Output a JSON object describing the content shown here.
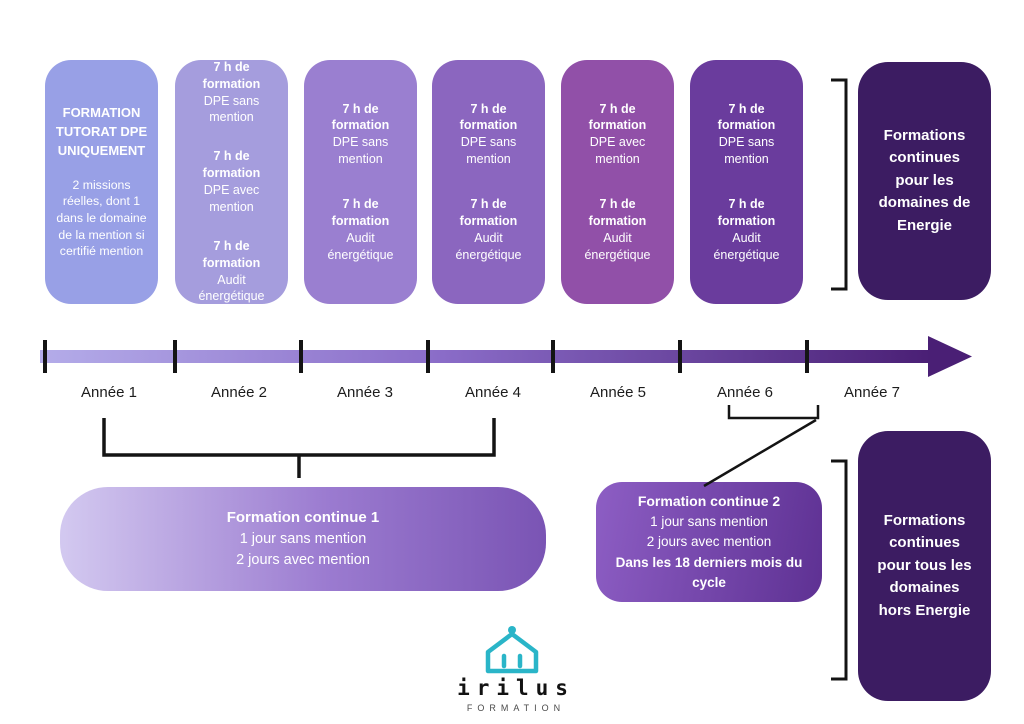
{
  "year_cards": [
    {
      "title": "FORMATION TUTORAT DPE UNIQUEMENT",
      "body": "2 missions réelles, dont 1 dans le domaine de la mention si certifié mention",
      "color": "#98a0e6"
    },
    {
      "entries": [
        {
          "hours": "7 h de formation",
          "label": "DPE sans mention"
        },
        {
          "hours": "7 h de formation",
          "label": "DPE avec mention"
        },
        {
          "hours": "7 h de formation",
          "label": "Audit énergétique"
        }
      ],
      "color": "#a59ddd"
    },
    {
      "entries": [
        {
          "hours": "7 h de formation",
          "label": "DPE sans mention"
        },
        {
          "hours": "7 h de formation",
          "label": "Audit énergétique"
        }
      ],
      "color": "#9a7fd0"
    },
    {
      "entries": [
        {
          "hours": "7 h de formation",
          "label": "DPE sans mention"
        },
        {
          "hours": "7 h de formation",
          "label": "Audit énergétique"
        }
      ],
      "color": "#8b66bf"
    },
    {
      "entries": [
        {
          "hours": "7 h de formation",
          "label": "DPE avec mention"
        },
        {
          "hours": "7 h de formation",
          "label": "Audit énergétique"
        }
      ],
      "color": "#9150a8"
    },
    {
      "entries": [
        {
          "hours": "7 h de formation",
          "label": "DPE sans mention"
        },
        {
          "hours": "7 h de formation",
          "label": "Audit énergétique"
        }
      ],
      "color": "#6a3c9d"
    }
  ],
  "side_boxes": {
    "energie": {
      "text": "Formations continues pour les domaines de Energie",
      "color": "#3c1c62"
    },
    "hors_energie": {
      "text": "Formations continues pour tous les domaines hors Energie",
      "color": "#3c1c62"
    }
  },
  "timeline": {
    "years": [
      "Année 1",
      "Année 2",
      "Année 3",
      "Année 4",
      "Année 5",
      "Année 6",
      "Année 7"
    ],
    "gradient_start": "#b4ace9",
    "gradient_end": "#4a1f75"
  },
  "formation_continue_1": {
    "title": "Formation continue 1",
    "line1": "1 jour sans mention",
    "line2": "2 jours avec mention"
  },
  "formation_continue_2": {
    "title": "Formation continue 2",
    "line1": "1 jour sans mention",
    "line2": "2 jours avec mention",
    "line3": "Dans les 18 derniers mois du cycle"
  },
  "logo": {
    "name": "irilus",
    "subtitle": "FORMATION",
    "accent": "#2ab5c8"
  }
}
